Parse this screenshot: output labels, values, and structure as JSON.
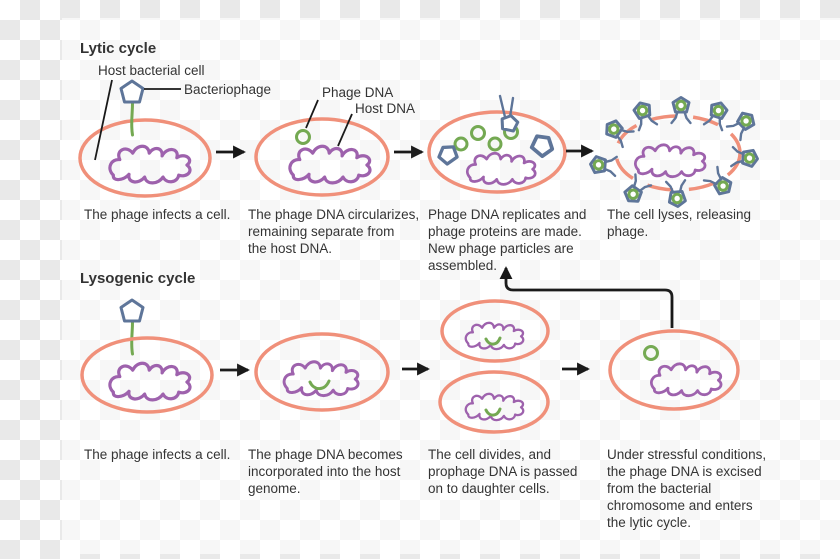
{
  "lytic": {
    "title": "Lytic cycle",
    "labels": {
      "host_cell": "Host bacterial cell",
      "bacteriophage": "Bacteriophage",
      "phage_dna": "Phage DNA",
      "host_dna": "Host DNA"
    },
    "captions": [
      "The phage infects a cell.",
      "The phage DNA circularizes,\nremaining separate from\nthe host DNA.",
      "Phage DNA replicates and\nphage proteins are made.\nNew phage particles are\nassembled.",
      "The cell lyses, releasing\nphage."
    ]
  },
  "lysogenic": {
    "title": "Lysogenic cycle",
    "captions": [
      "The phage infects a cell.",
      "The phage DNA becomes\nincorporated into the host\ngenome.",
      "The cell divides, and\nprophage DNA is passed\non to daughter cells.",
      "Under stressful conditions,\nthe phage DNA is excised\nfrom the bacterial\nchromosome and enters\nthe lytic cycle."
    ]
  },
  "icons": {
    "bacteriophage": "phage-icon (pentagon capsid with green tail)",
    "host_cell": "coral-ellipse-cell",
    "host_dna": "purple-squiggle-chromosome",
    "phage_dna": "green-circle",
    "prophage": "green-arc-in-chromosome",
    "stage_arrow": "black-right-arrow",
    "reentry_arrow": "black-elbow-up-arrow"
  },
  "colors": {
    "membrane": "#F0907A",
    "host_dna": "#9E62AD",
    "phage_dna": "#74A952",
    "capsid": "#5E7599",
    "text": "#343434",
    "arrow": "#1A1A1A",
    "checker": "#E9E9E9",
    "background": "#FFFFFF"
  }
}
